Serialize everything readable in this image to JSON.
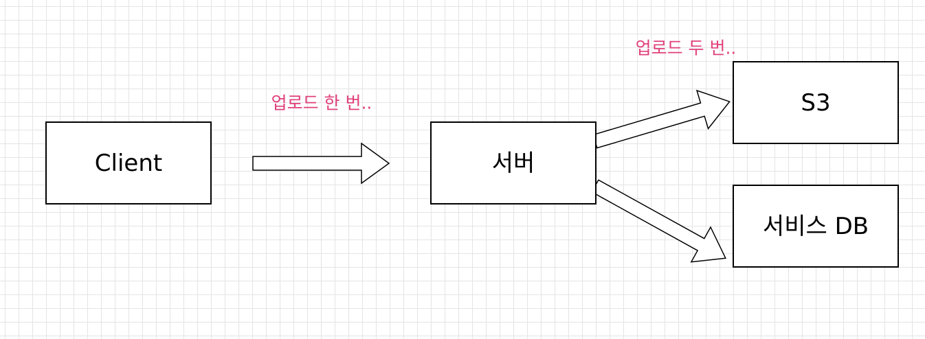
{
  "diagram": {
    "nodes": {
      "client": {
        "label": "Client"
      },
      "server": {
        "label": "서버"
      },
      "s3": {
        "label": "S3"
      },
      "service_db": {
        "label": "서비스 DB"
      }
    },
    "notes": {
      "upload_once": "업로드 한 번..",
      "upload_twice": "업로드 두 번.."
    },
    "edges": [
      {
        "from": "client",
        "to": "server"
      },
      {
        "from": "server",
        "to": "s3"
      },
      {
        "from": "server",
        "to": "service_db"
      }
    ],
    "colors": {
      "note": "#e0407a",
      "border": "#000000",
      "grid": "#e4e4e4"
    }
  }
}
